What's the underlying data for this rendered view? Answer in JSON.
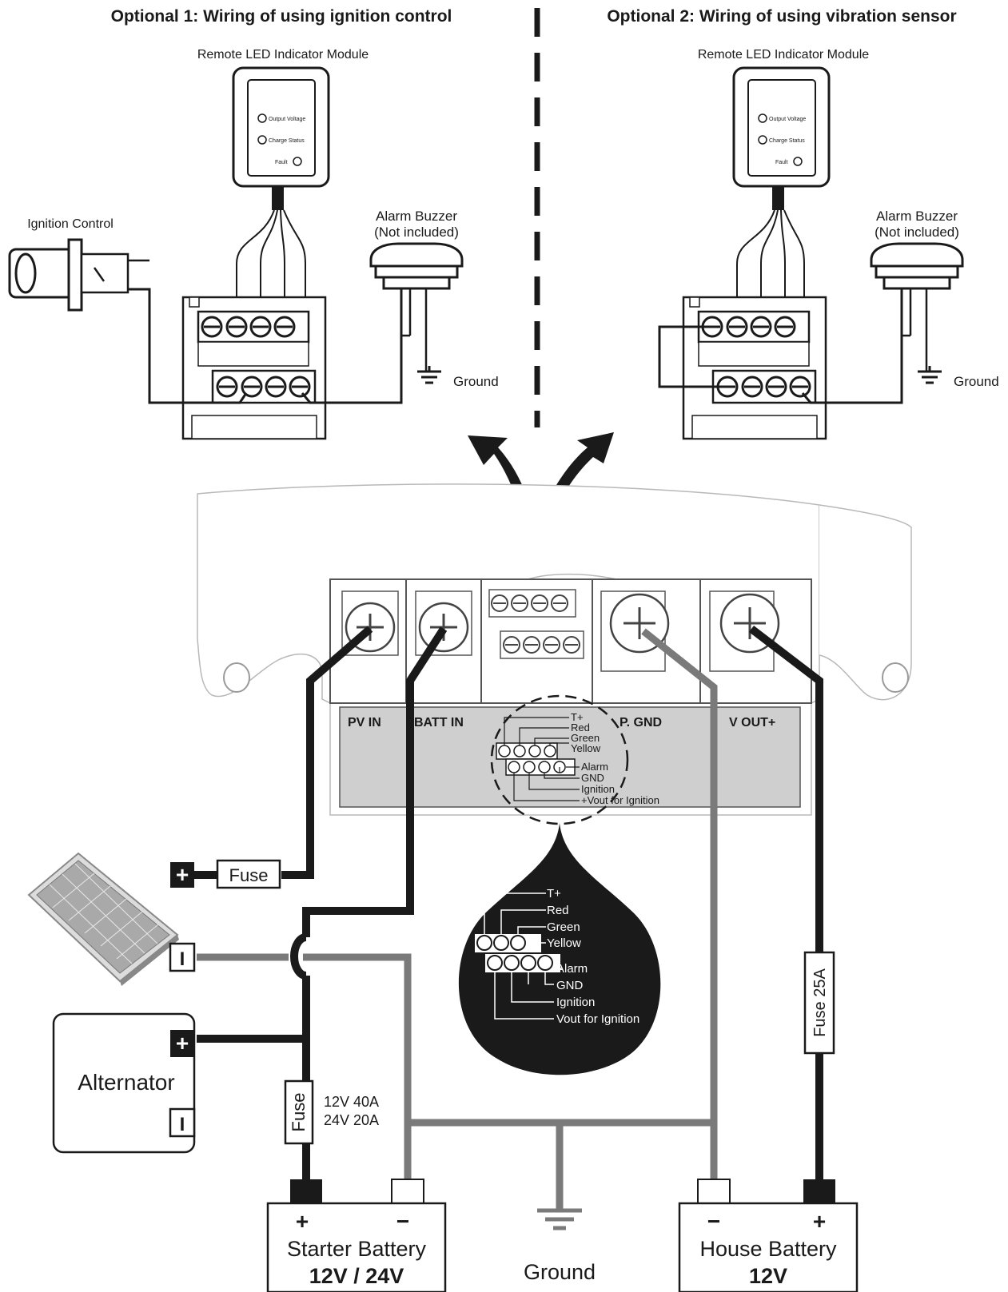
{
  "headings": {
    "left": "Optional 1: Wiring of using ignition control",
    "right": "Optional 2: Wiring of using vibration sensor"
  },
  "led_module": {
    "title": "Remote LED Indicator Module",
    "output_voltage": "Output Voltage",
    "charge_status": "Charge Status",
    "fault": "Fault"
  },
  "ignition_control": "Ignition Control",
  "buzzer": {
    "line1": "Alarm Buzzer",
    "line2": "(Not included)"
  },
  "ground": "Ground",
  "terminals": {
    "pv_in": "PV  IN",
    "batt_in": "BATT  IN",
    "p_gnd": "P. GND",
    "v_out": "V  OUT+"
  },
  "pins_small": [
    "T+",
    "Red",
    "Green",
    "Yellow",
    "Alarm",
    "GND",
    "Ignition",
    "+Vout for Ignition"
  ],
  "pins_large": [
    "T+",
    "Red",
    "Green",
    "Yellow",
    "Alarm",
    "GND",
    "Ignition",
    "Vout for Ignition"
  ],
  "fuse": "Fuse",
  "fuse_rating": [
    "12V 40A",
    "24V 20A"
  ],
  "fuse_25a": "Fuse 25A",
  "alternator": "Alternator",
  "plus": "+",
  "minus": "−",
  "solar_minus": "I",
  "starter_battery": {
    "name": "Starter Battery",
    "voltage": "12V / 24V"
  },
  "house_battery": {
    "name": "House Battery",
    "voltage": "12V"
  }
}
